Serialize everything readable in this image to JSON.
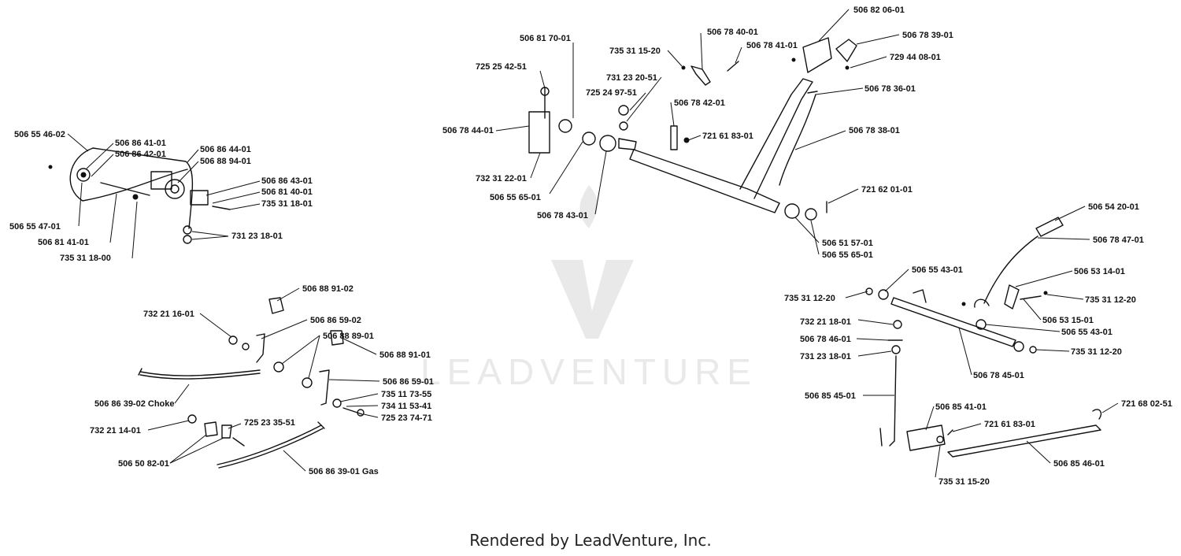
{
  "footer": "Rendered by LeadVenture, Inc.",
  "watermark": "LEADVENTURE",
  "colors": {
    "ink": "#111111",
    "watermark": "#e9e9e9"
  },
  "labels": [
    {
      "id": "l1",
      "text": "506 55 46-02"
    },
    {
      "id": "l2",
      "text": "506 86 41-01"
    },
    {
      "id": "l3",
      "text": "506 86 42-01"
    },
    {
      "id": "l4",
      "text": "506 86 44-01"
    },
    {
      "id": "l5",
      "text": "506 88 94-01"
    },
    {
      "id": "l6",
      "text": "506 86 43-01"
    },
    {
      "id": "l7",
      "text": "506 81 40-01"
    },
    {
      "id": "l8",
      "text": "735 31 18-01"
    },
    {
      "id": "l9",
      "text": "731 23 18-01"
    },
    {
      "id": "l10",
      "text": "506 55 47-01"
    },
    {
      "id": "l11",
      "text": "506 81 41-01"
    },
    {
      "id": "l12",
      "text": "735 31 18-00"
    },
    {
      "id": "l13",
      "text": "506 81 70-01"
    },
    {
      "id": "l14",
      "text": "725 25 42-51"
    },
    {
      "id": "l15",
      "text": "506 78 44-01"
    },
    {
      "id": "l16",
      "text": "732 31 22-01"
    },
    {
      "id": "l17",
      "text": "506 55 65-01"
    },
    {
      "id": "l18",
      "text": "506 78 43-01"
    },
    {
      "id": "l19",
      "text": "735 31 15-20"
    },
    {
      "id": "l20",
      "text": "731 23 20-51"
    },
    {
      "id": "l21",
      "text": "725 24 97-51"
    },
    {
      "id": "l22",
      "text": "506 78 40-01"
    },
    {
      "id": "l23",
      "text": "506 78 41-01"
    },
    {
      "id": "l24",
      "text": "506 82 06-01"
    },
    {
      "id": "l25",
      "text": "506 78 39-01"
    },
    {
      "id": "l26",
      "text": "729 44 08-01"
    },
    {
      "id": "l27",
      "text": "506 78 36-01"
    },
    {
      "id": "l28",
      "text": "506 78 42-01"
    },
    {
      "id": "l29",
      "text": "721 61 83-01"
    },
    {
      "id": "l30",
      "text": "506 78 38-01"
    },
    {
      "id": "l31",
      "text": "721 62 01-01"
    },
    {
      "id": "l32",
      "text": "506 51 57-01"
    },
    {
      "id": "l33",
      "text": "506 55 65-01"
    },
    {
      "id": "l34",
      "text": "506 54 20-01"
    },
    {
      "id": "l35",
      "text": "506 78 47-01"
    },
    {
      "id": "l36",
      "text": "506 55 43-01"
    },
    {
      "id": "l37",
      "text": "506 53 14-01"
    },
    {
      "id": "l38",
      "text": "735 31 12-20"
    },
    {
      "id": "l39",
      "text": "735 31 12-20"
    },
    {
      "id": "l40",
      "text": "506 53 15-01"
    },
    {
      "id": "l41",
      "text": "506 55 43-01"
    },
    {
      "id": "l42",
      "text": "732 21 18-01"
    },
    {
      "id": "l43",
      "text": "506 78 46-01"
    },
    {
      "id": "l44",
      "text": "731 23 18-01"
    },
    {
      "id": "l45",
      "text": "735 31 12-20"
    },
    {
      "id": "l46",
      "text": "506 78 45-01"
    },
    {
      "id": "l47",
      "text": "506 85 45-01"
    },
    {
      "id": "l48",
      "text": "506 85 41-01"
    },
    {
      "id": "l49",
      "text": "721 61 83-01"
    },
    {
      "id": "l50",
      "text": "721 68 02-51"
    },
    {
      "id": "l51",
      "text": "735 31 15-20"
    },
    {
      "id": "l52",
      "text": "506 85 46-01"
    },
    {
      "id": "l53",
      "text": "506 88 91-02"
    },
    {
      "id": "l54",
      "text": "732 21 16-01"
    },
    {
      "id": "l55",
      "text": "506 86 59-02"
    },
    {
      "id": "l56",
      "text": "506 88 89-01"
    },
    {
      "id": "l57",
      "text": "506 88 91-01"
    },
    {
      "id": "l58",
      "text": "506 86 59-01"
    },
    {
      "id": "l59",
      "text": "735 11 73-55"
    },
    {
      "id": "l60",
      "text": "734 11 53-41"
    },
    {
      "id": "l61",
      "text": "725 23 74-71"
    },
    {
      "id": "l62",
      "text": "506 86 39-02 Choke"
    },
    {
      "id": "l63",
      "text": "732 21 14-01"
    },
    {
      "id": "l64",
      "text": "725 23 35-51"
    },
    {
      "id": "l65",
      "text": "506 50 82-01"
    },
    {
      "id": "l66",
      "text": "506 86 39-01 Gas"
    }
  ]
}
